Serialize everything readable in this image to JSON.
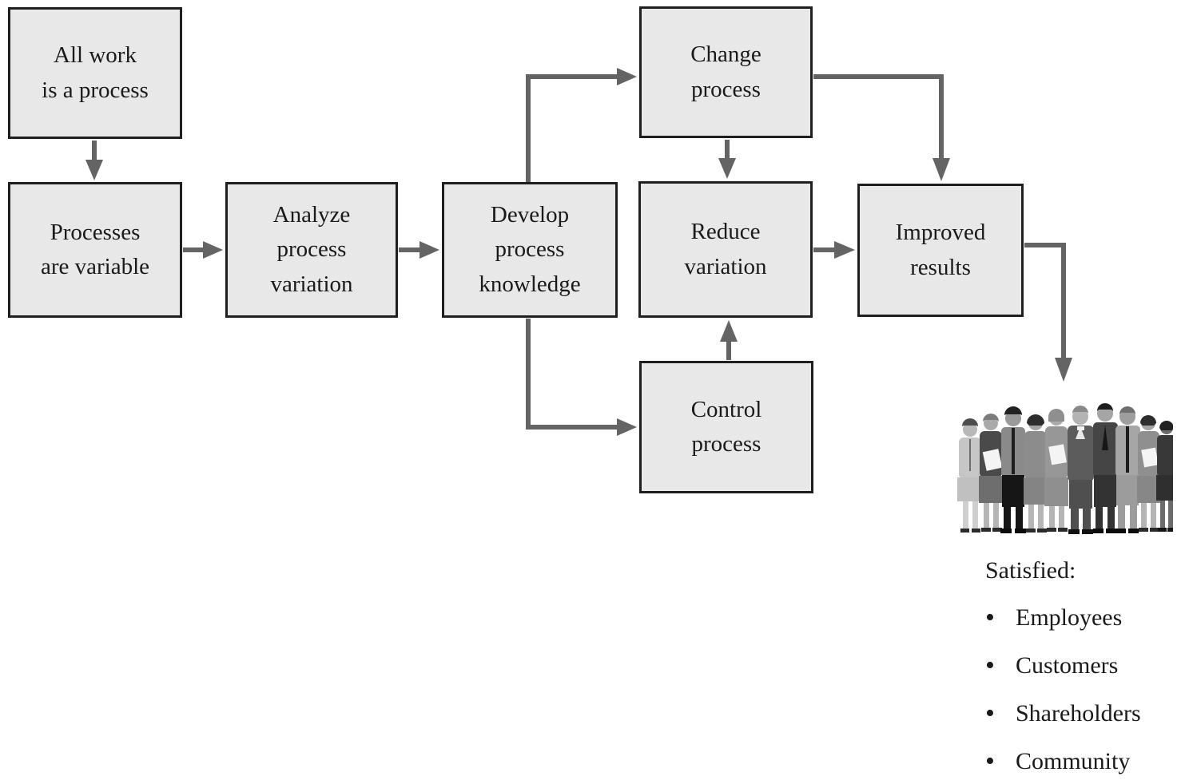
{
  "colors": {
    "box_fill": "#e8e8e8",
    "box_border": "#1f1f1f",
    "arrow": "#646464",
    "text": "#1a1a1a"
  },
  "flowchart": {
    "boxes": {
      "all_work": "All work\nis a process",
      "processes_variable": "Processes\nare variable",
      "analyze": "Analyze\nprocess\nvariation",
      "develop": "Develop\nprocess\nknowledge",
      "change": "Change\nprocess",
      "reduce": "Reduce\nvariation",
      "control": "Control\nprocess",
      "improved": "Improved\nresults"
    },
    "arrows": [
      {
        "from": "all_work",
        "to": "processes_variable"
      },
      {
        "from": "processes_variable",
        "to": "analyze"
      },
      {
        "from": "analyze",
        "to": "develop"
      },
      {
        "from": "develop",
        "to": "change"
      },
      {
        "from": "develop",
        "to": "control"
      },
      {
        "from": "change",
        "to": "reduce"
      },
      {
        "from": "change",
        "to": "improved"
      },
      {
        "from": "control",
        "to": "reduce"
      },
      {
        "from": "reduce",
        "to": "improved"
      },
      {
        "from": "improved",
        "to": "satisfied_crowd"
      }
    ]
  },
  "satisfied": {
    "title": "Satisfied:",
    "items": [
      "Employees",
      "Customers",
      "Shareholders",
      "Community"
    ]
  },
  "crowd_illustration": "group of satisfied business people"
}
